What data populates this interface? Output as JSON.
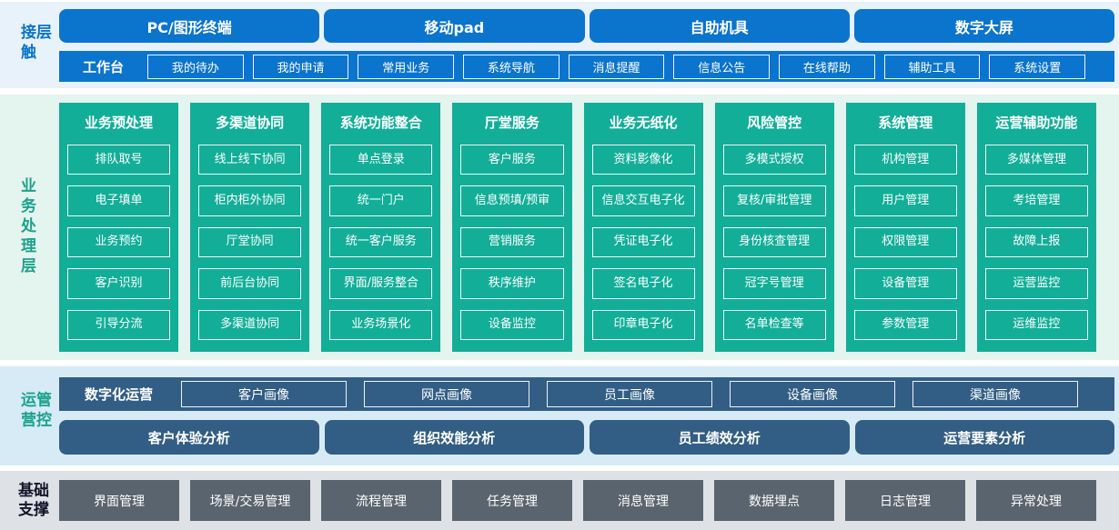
{
  "contact": {
    "label": "接触层",
    "terminals": [
      "PC/图形终端",
      "移动pad",
      "自助机具",
      "数字大屏"
    ],
    "workbench": {
      "label": "工作台",
      "items": [
        "我的待办",
        "我的申请",
        "常用业务",
        "系统导航",
        "消息提醒",
        "信息公告",
        "在线帮助",
        "辅助工具",
        "系统设置"
      ]
    }
  },
  "business": {
    "label": "业务处理层",
    "columns": [
      {
        "title": "业务预处理",
        "items": [
          "排队取号",
          "电子填单",
          "业务预约",
          "客户识别",
          "引导分流"
        ]
      },
      {
        "title": "多渠道协同",
        "items": [
          "线上线下协同",
          "柜内柜外协同",
          "厅堂协同",
          "前后台协同",
          "多渠道协同"
        ]
      },
      {
        "title": "系统功能整合",
        "items": [
          "单点登录",
          "统一门户",
          "统一客户服务",
          "界面/服务整合",
          "业务场景化"
        ]
      },
      {
        "title": "厅堂服务",
        "items": [
          "客户服务",
          "信息预填/预审",
          "营销服务",
          "秩序维护",
          "设备监控"
        ]
      },
      {
        "title": "业务无纸化",
        "items": [
          "资料影像化",
          "信息交互电子化",
          "凭证电子化",
          "签名电子化",
          "印章电子化"
        ]
      },
      {
        "title": "风险管控",
        "items": [
          "多模式授权",
          "复核/审批管理",
          "身份核查管理",
          "冠字号管理",
          "名单检查等"
        ]
      },
      {
        "title": "系统管理",
        "items": [
          "机构管理",
          "用户管理",
          "权限管理",
          "设备管理",
          "参数管理"
        ]
      },
      {
        "title": "运营辅助功能",
        "items": [
          "多媒体管理",
          "考培管理",
          "故障上报",
          "运营监控",
          "运维监控"
        ]
      }
    ]
  },
  "operations": {
    "label": "运营管控",
    "digital": {
      "label": "数字化运营",
      "items": [
        "客户画像",
        "网点画像",
        "员工画像",
        "设备画像",
        "渠道画像"
      ]
    },
    "analysis": [
      "客户体验分析",
      "组织效能分析",
      "员工绩效分析",
      "运营要素分析"
    ]
  },
  "foundation": {
    "label": "基础支撑",
    "items": [
      "界面管理",
      "场景/交易管理",
      "流程管理",
      "任务管理",
      "消息管理",
      "数据埋点",
      "日志管理",
      "异常处理"
    ]
  },
  "colors": {
    "contact_accent": "#0b74cd",
    "contact_band_bg": "#e8f2fb",
    "business_accent": "#12ae98",
    "business_band_bg": "#e4f4ef",
    "operations_accent": "#325e85",
    "operations_band_bg": "#d7ebf7",
    "foundation_accent": "#59646e",
    "foundation_band_bg": "#dee1e6",
    "box_text": "#ffffff"
  }
}
